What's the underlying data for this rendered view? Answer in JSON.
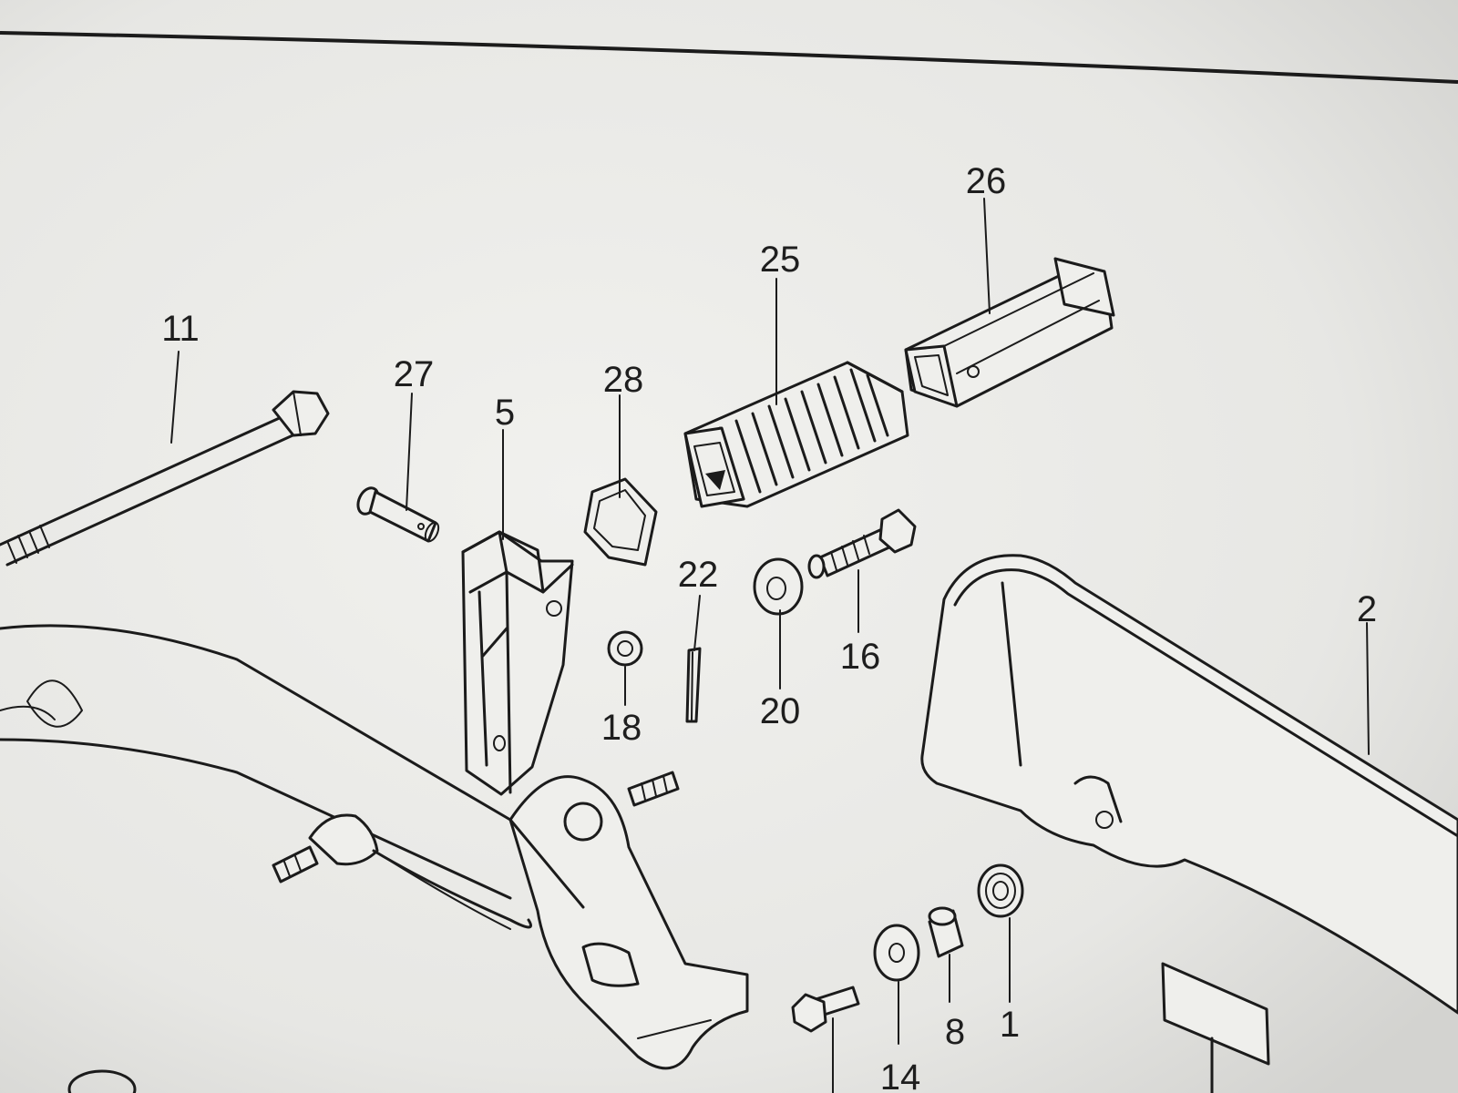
{
  "diagram": {
    "paper_color": "#efefeb",
    "ink_color": "#1b1b1b",
    "callouts": [
      {
        "id": "p11",
        "label": "11",
        "part": "long-bolt"
      },
      {
        "id": "p27",
        "label": "27",
        "part": "clevis-pin"
      },
      {
        "id": "p5",
        "label": "5",
        "part": "bracket"
      },
      {
        "id": "p28",
        "label": "28",
        "part": "square-bush"
      },
      {
        "id": "p25",
        "label": "25",
        "part": "rubber-footrest"
      },
      {
        "id": "p26",
        "label": "26",
        "part": "square-tube"
      },
      {
        "id": "p22",
        "label": "22",
        "part": "split-pin"
      },
      {
        "id": "p20",
        "label": "20",
        "part": "washer"
      },
      {
        "id": "p16",
        "label": "16",
        "part": "hex-bolt"
      },
      {
        "id": "p18",
        "label": "18",
        "part": "nut"
      },
      {
        "id": "p2",
        "label": "2",
        "part": "frame-arm"
      },
      {
        "id": "p14",
        "label": "14",
        "part": "washer"
      },
      {
        "id": "p8",
        "label": "8",
        "part": "spacer"
      },
      {
        "id": "p1",
        "label": "1",
        "part": "threaded-bush"
      }
    ]
  }
}
